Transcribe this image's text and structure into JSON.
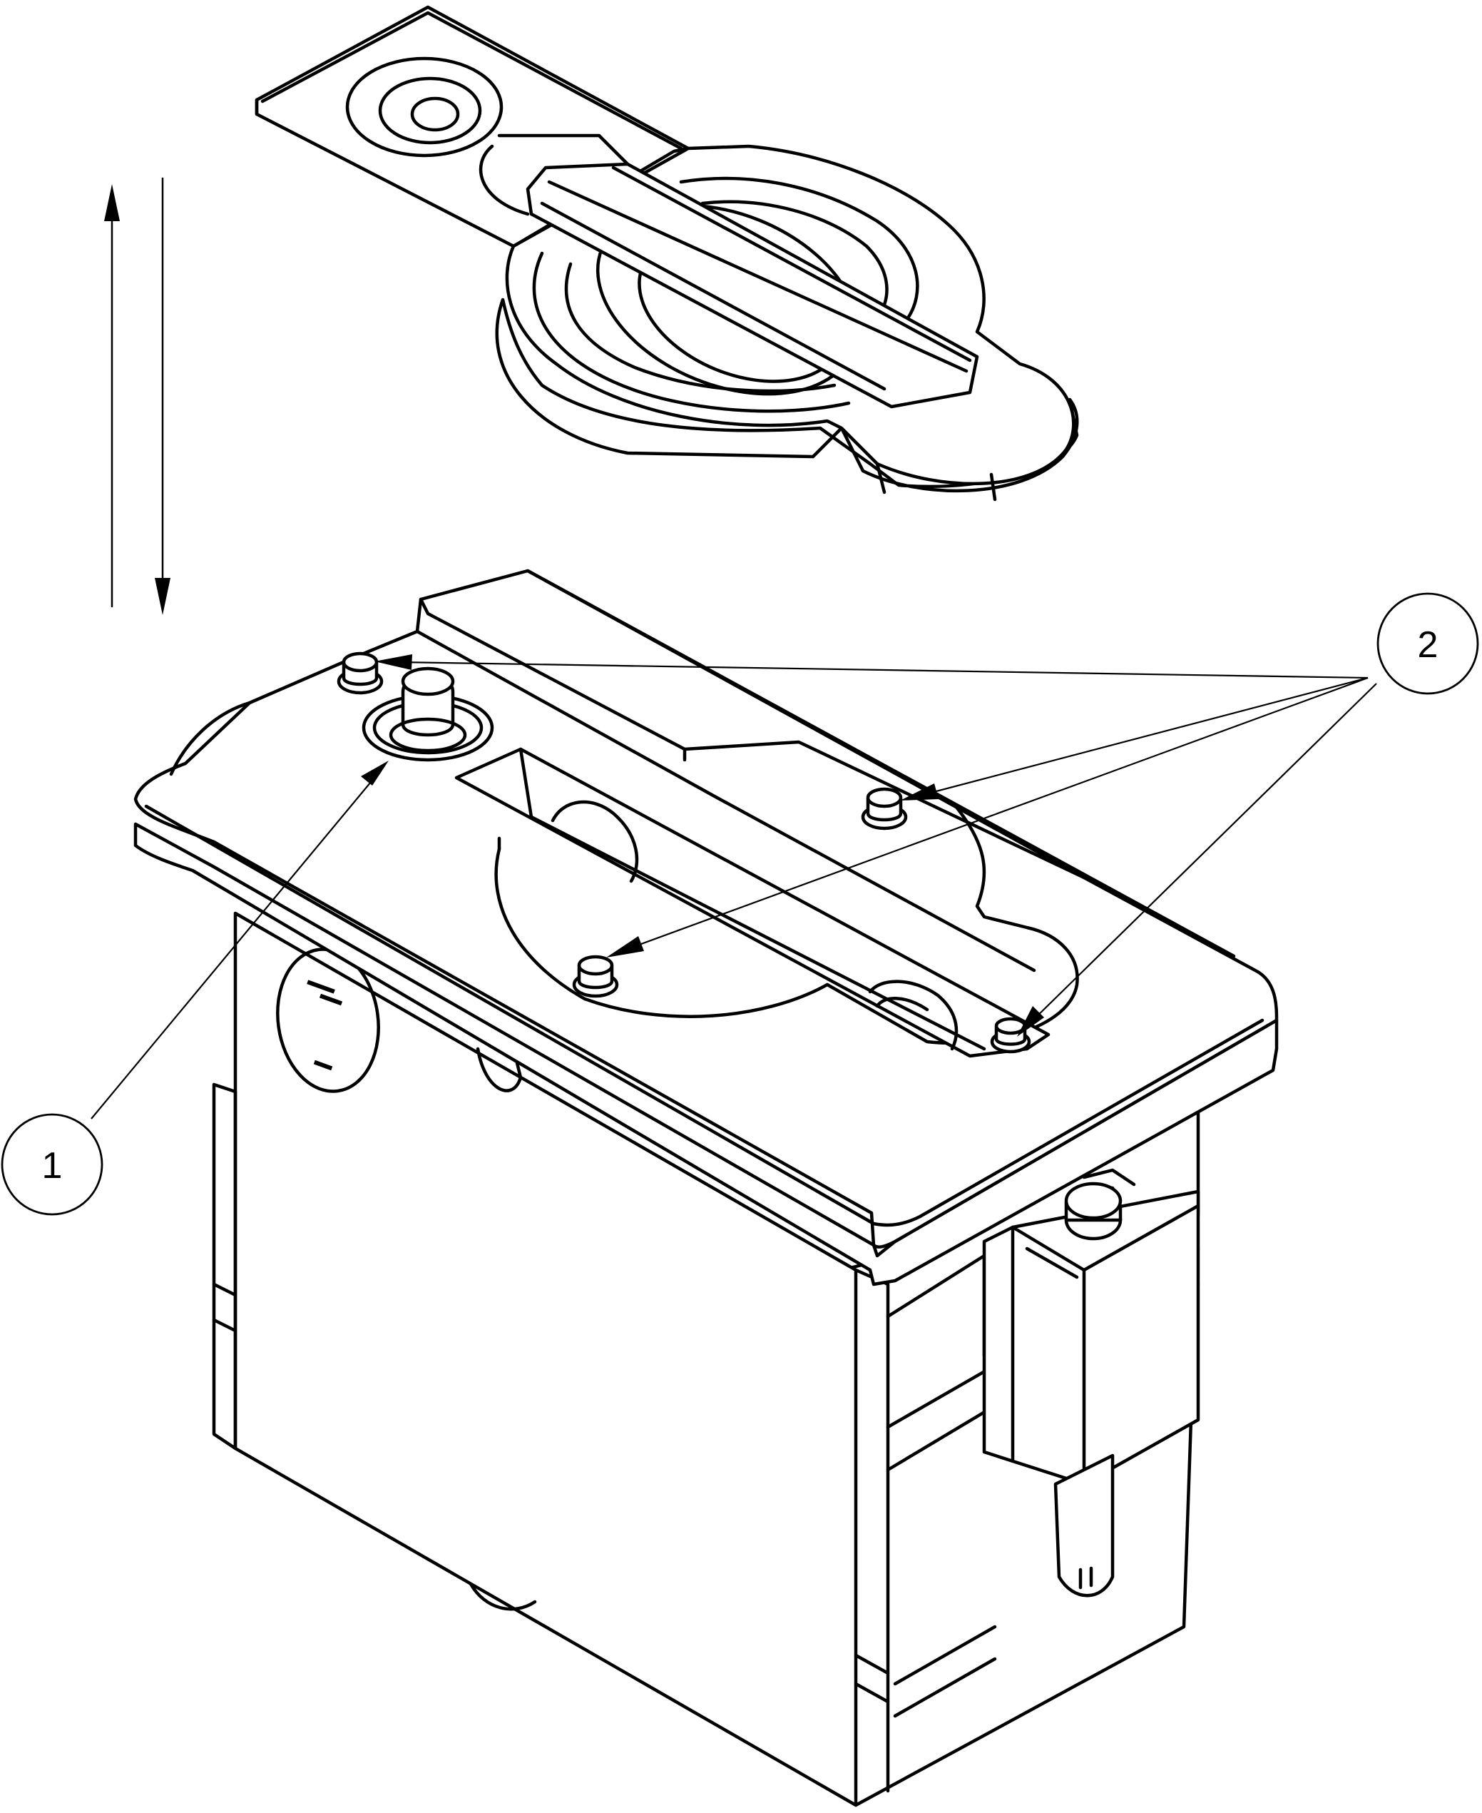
{
  "callouts": [
    {
      "id": "1",
      "label": "1"
    },
    {
      "id": "2",
      "label": "2"
    }
  ],
  "icons": {
    "motion_arrows": "double-vertical-arrows-icon"
  }
}
